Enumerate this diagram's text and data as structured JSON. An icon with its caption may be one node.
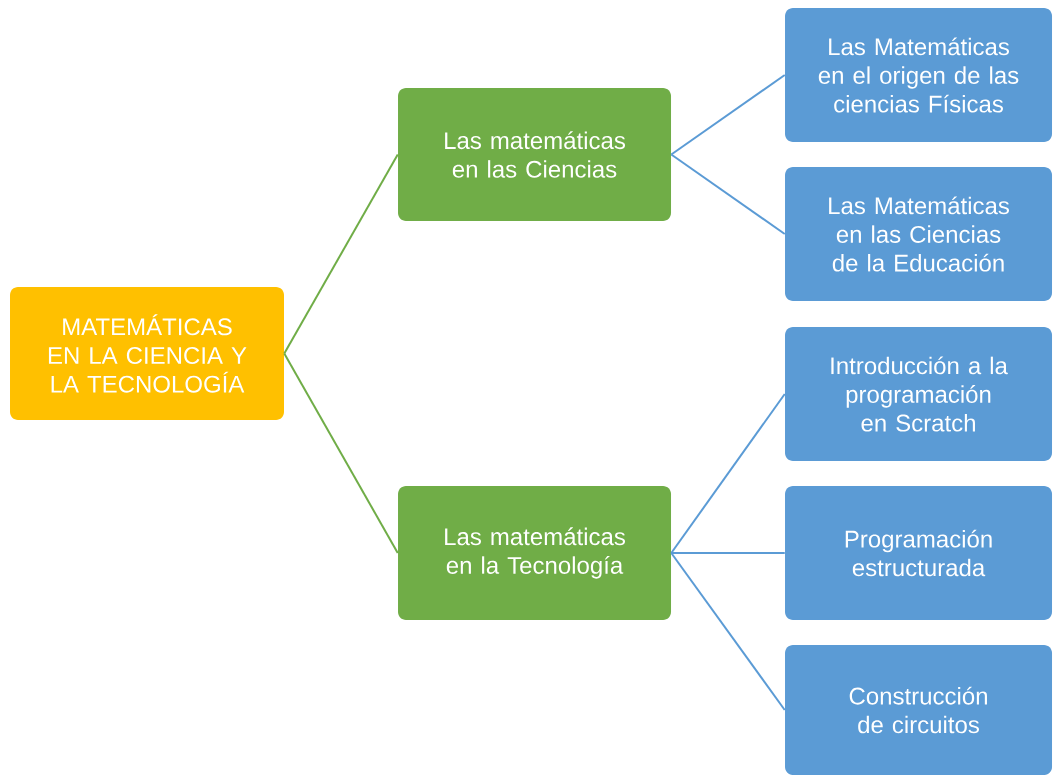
{
  "diagram": {
    "nodes": [
      {
        "text": [
          "MATEMÁTICAS EN LA CIENCIA Y LA TECNOLOGÍA"
        ]
      },
      {
        "text": [
          "Las matemáticas en las Ciencias"
        ]
      },
      {
        "text": [
          "Las matemáticas en la Tecnología"
        ]
      },
      {
        "text": [
          "Las Matemáticas en el origen de las ciencias Físicas"
        ]
      },
      {
        "text": [
          "Las Matemáticas en las Ciencias de la Educación"
        ]
      },
      {
        "text": [
          "Introducción a la programación en Scratch"
        ]
      },
      {
        "text": [
          "Programación estructurada"
        ]
      },
      {
        "text": [
          "Construcción de circuitos"
        ]
      }
    ],
    "edges": [
      {
        "from": 0,
        "to": 1,
        "arrow": "none",
        "color": "#70ad47"
      },
      {
        "from": 0,
        "to": 2,
        "arrow": "none",
        "color": "#70ad47"
      },
      {
        "from": 1,
        "to": 3,
        "arrow": "none"
      },
      {
        "from": 1,
        "to": 4,
        "arrow": "none"
      },
      {
        "from": 2,
        "to": 5,
        "arrow": "none"
      },
      {
        "from": 2,
        "to": 6,
        "arrow": "none"
      },
      {
        "from": 2,
        "to": 7,
        "arrow": "none"
      }
    ]
  }
}
